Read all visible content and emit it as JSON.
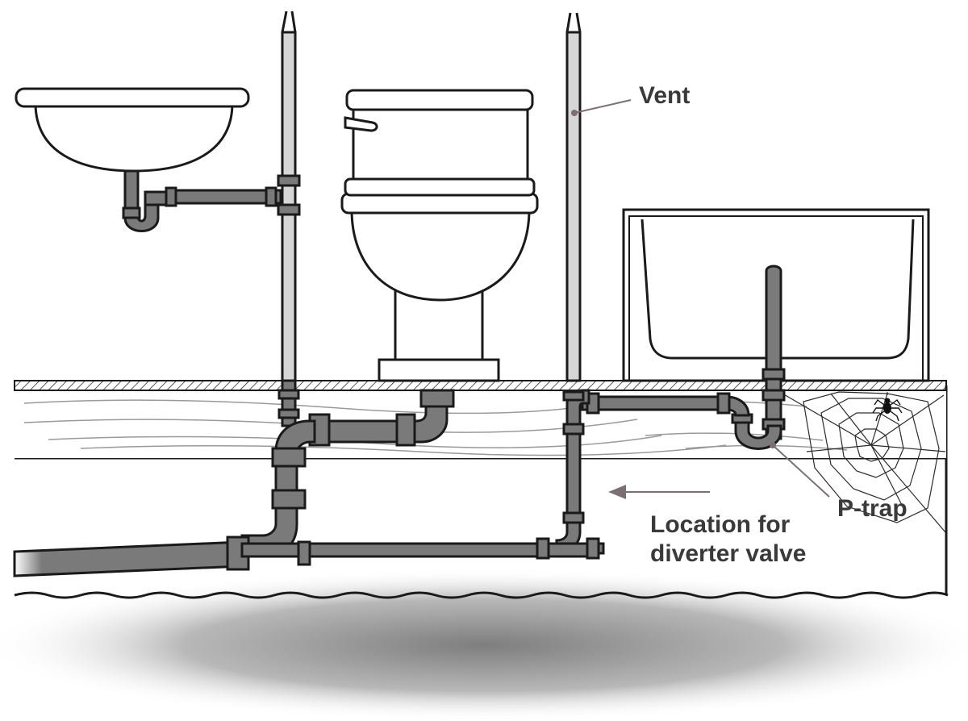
{
  "labels": {
    "vent": "Vent",
    "p_trap": "P-trap",
    "diverter_line1": "Location for",
    "diverter_line2": "diverter valve"
  },
  "colors": {
    "pipe_fill": "#7a7a7a",
    "pipe_stroke": "#1a1a1a",
    "vent_fill": "#cfcfcf",
    "label_text": "#3a3a3a",
    "leader_line": "#7b6f73",
    "floor_shadow": "#8a8a8a"
  },
  "icons": [
    "sink-icon",
    "toilet-icon",
    "bathtub-icon",
    "spider-icon",
    "spiderweb-icon",
    "arrow-left-icon"
  ]
}
